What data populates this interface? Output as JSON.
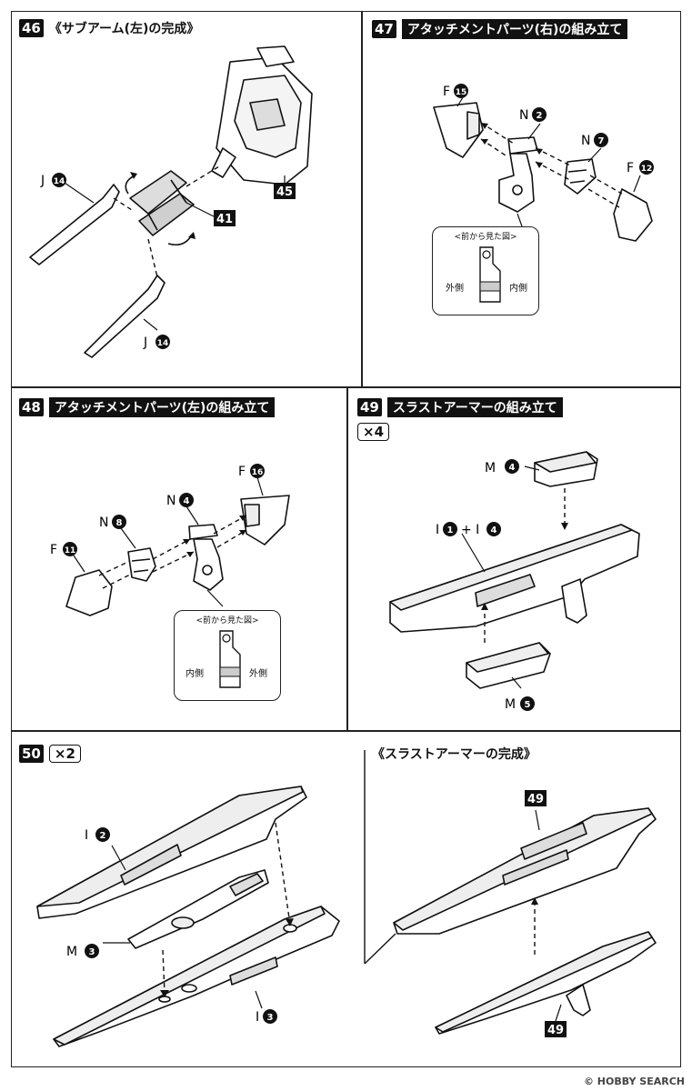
{
  "steps": {
    "s46": {
      "number": "46",
      "title": "《サブアーム(左)の完成》",
      "labels": {
        "j14a": "J",
        "j14b": "J",
        "p41": "41",
        "p45": "45"
      },
      "nums": {
        "n14": "14"
      }
    },
    "s47": {
      "number": "47",
      "title": "アタッチメントパーツ(右)の組み立て",
      "labels": {
        "f15": "F",
        "n2": "N",
        "n7": "N",
        "f12": "F"
      },
      "nums": {
        "n15": "15",
        "n2": "2",
        "n7": "7",
        "n12": "12"
      },
      "callout": {
        "title": "<前から見た図>",
        "left": "外側",
        "right": "内側"
      }
    },
    "s48": {
      "number": "48",
      "title": "アタッチメントパーツ(左)の組み立て",
      "labels": {
        "f16": "F",
        "n4": "N",
        "n8": "N",
        "f11": "F"
      },
      "nums": {
        "n16": "16",
        "n4": "4",
        "n8": "8",
        "n11": "11"
      },
      "callout": {
        "title": "<前から見た図>",
        "left": "内側",
        "right": "外側"
      }
    },
    "s49": {
      "number": "49",
      "title": "スラストアーマーの組み立て",
      "multiplier": "×4",
      "labels": {
        "m4": "M",
        "i1i4": "I",
        "plus": "+ I",
        "m5": "M"
      },
      "nums": {
        "n4": "4",
        "n1": "1",
        "n4b": "4",
        "n5": "5"
      }
    },
    "s50": {
      "number": "50",
      "multiplier": "×2",
      "labels": {
        "i2": "I",
        "m3": "M",
        "i3": "I"
      },
      "nums": {
        "n2": "2",
        "n3": "3",
        "n3b": "3"
      }
    },
    "complete": {
      "title": "《スラストアーマーの完成》",
      "tag_top": "49",
      "tag_bottom": "49"
    }
  },
  "footer": "© HOBBY SEARCH",
  "colors": {
    "ink": "#111111",
    "paper": "#ffffff"
  }
}
